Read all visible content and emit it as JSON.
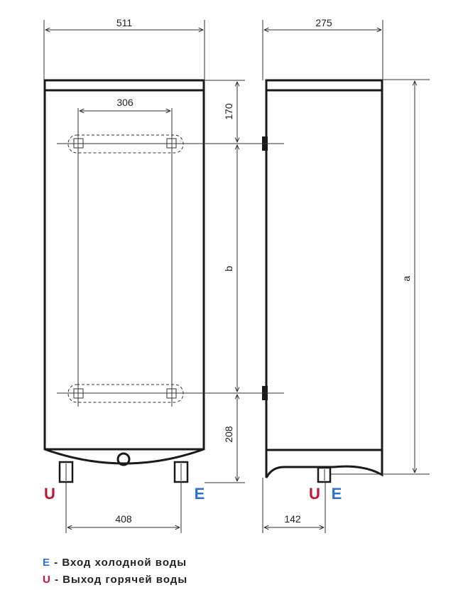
{
  "dimensions": {
    "front_width": "511",
    "bracket_spacing": "306",
    "top_offset": "170",
    "mount_height": "b",
    "bottom_offset": "208",
    "pipe_spacing": "408",
    "side_depth": "275",
    "total_height": "a",
    "pipe_offset": "142"
  },
  "markers": {
    "hot": "U",
    "cold": "E"
  },
  "legend": [
    {
      "code": "E",
      "text": " - Вход холодной воды"
    },
    {
      "code": "U",
      "text": " - Выход горячей воды"
    }
  ],
  "colors": {
    "hot": "#c4122f",
    "cold": "#2f6fd0",
    "outline": "#1a1a1a"
  }
}
